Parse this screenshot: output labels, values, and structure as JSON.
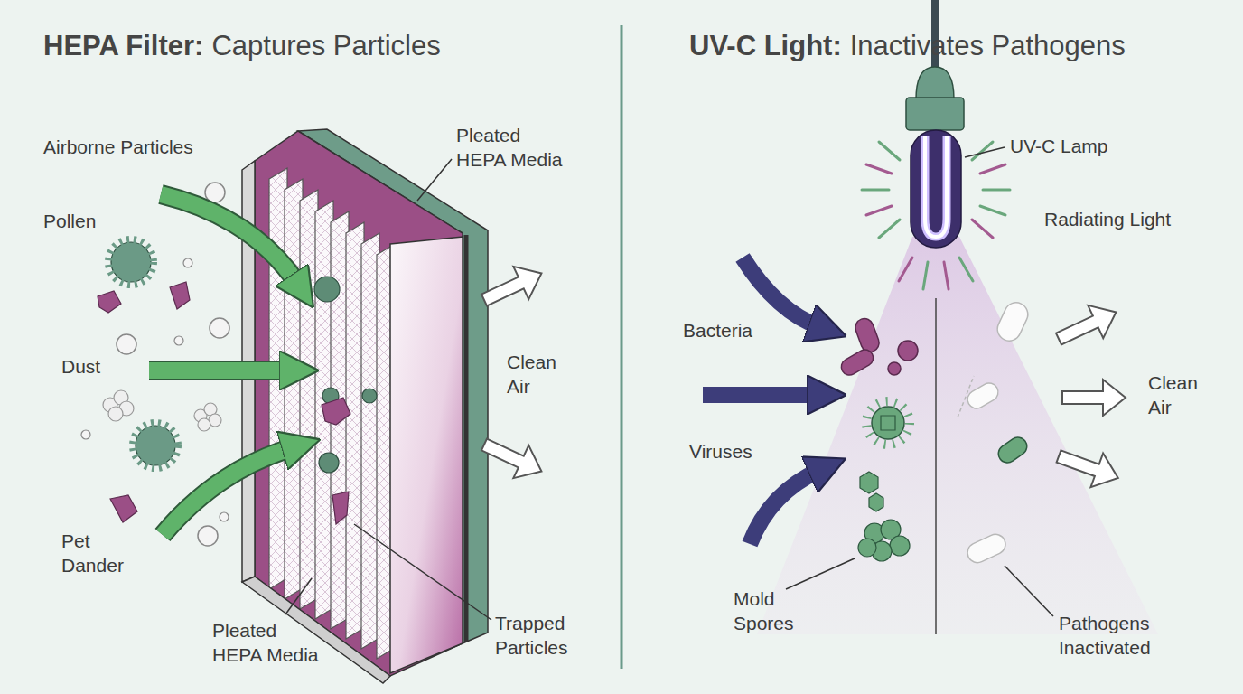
{
  "diagram": {
    "labels": [
      "HEPA Filter:",
      "Captures Particles",
      "UV-C Light:",
      "Inactivates Pathogens",
      "Airborne Particles",
      "Pollen",
      "Dust",
      "Pet Dander",
      "Pleated HEPA Media",
      "Pleated HEPA Media",
      "Trapped Particles",
      "Clean Air",
      "UV-C Lamp",
      "Radiating Light",
      "Bacteria",
      "Viruses",
      "Mold Spores",
      "Clean Air",
      "Pathogens Inactivated"
    ]
  }
}
